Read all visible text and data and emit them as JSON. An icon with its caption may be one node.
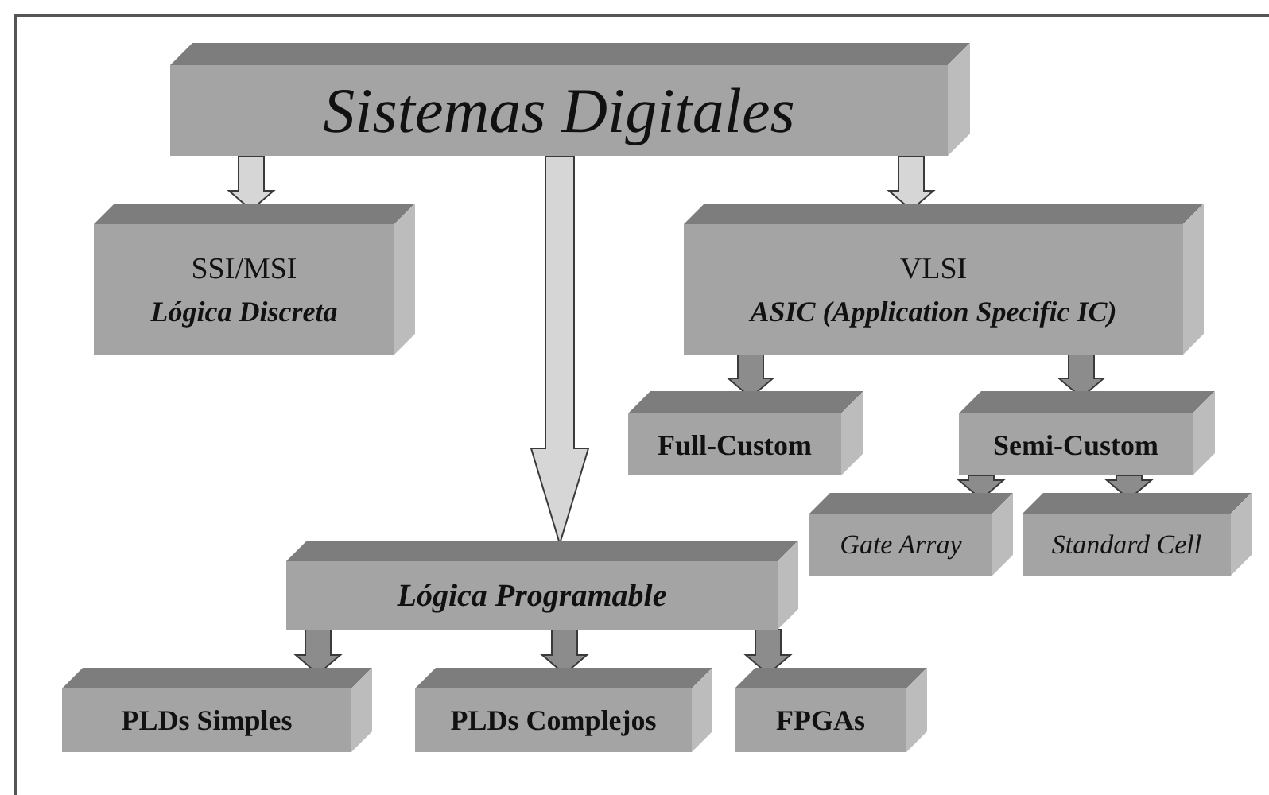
{
  "diagram": {
    "nodes": [
      {
        "text": [
          "Sistemas Digitales"
        ]
      },
      {
        "text": [
          "SSI/MSI",
          "Lógica Discreta"
        ]
      },
      {
        "text": [
          "VLSI",
          "ASIC (Application Specific IC)"
        ]
      },
      {
        "text": [
          "Full-Custom"
        ]
      },
      {
        "text": [
          "Semi-Custom"
        ]
      },
      {
        "text": [
          "Gate Array"
        ]
      },
      {
        "text": [
          "Standard Cell"
        ]
      },
      {
        "text": [
          "Lógica Programable"
        ]
      },
      {
        "text": [
          "PLDs Simples"
        ]
      },
      {
        "text": [
          "PLDs Complejos"
        ]
      },
      {
        "text": [
          "FPGAs"
        ]
      }
    ],
    "edges": [
      {
        "from": 0,
        "to": 1,
        "arrow": "to",
        "color": "#d6d6d6"
      },
      {
        "from": 0,
        "to": 7,
        "arrow": "to",
        "style": "thick",
        "color": "#d6d6d6"
      },
      {
        "from": 0,
        "to": 2,
        "arrow": "to",
        "color": "#d6d6d6"
      },
      {
        "from": 2,
        "to": 3,
        "arrow": "to"
      },
      {
        "from": 2,
        "to": 4,
        "arrow": "to"
      },
      {
        "from": 4,
        "to": 5,
        "arrow": "to"
      },
      {
        "from": 4,
        "to": 6,
        "arrow": "to"
      },
      {
        "from": 7,
        "to": 8,
        "arrow": "to"
      },
      {
        "from": 7,
        "to": 9,
        "arrow": "to"
      },
      {
        "from": 7,
        "to": 10,
        "arrow": "to"
      }
    ]
  }
}
